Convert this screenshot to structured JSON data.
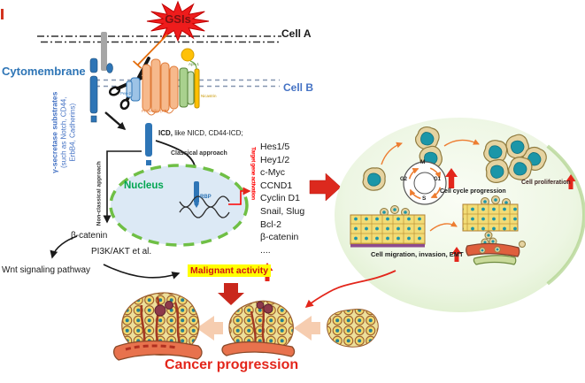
{
  "figure": {
    "top": {
      "gsis": "GSIs",
      "cell_a": "Cell A",
      "cell_b": "Cell B",
      "cytomembrane": "Cytomembrane",
      "substrates": [
        "γ-secretase substrates",
        "(such as Notch, CD44,",
        "ErbB4, Cadherins)"
      ],
      "complex": {
        "pen2": "Pen-2",
        "presenilin": "Presenilin (PS)",
        "aph1": "Aph-1",
        "nicastrin": "Nicastrin"
      }
    },
    "middle": {
      "icd_bold": "ICD,",
      "icd_rest": " like NICD, CD44-ICD;",
      "classical": "Classical approach",
      "non_classical": "Non-classical approach",
      "nucleus": "Nucleus",
      "rbp": "RBP",
      "target_gene": "Target gene activation",
      "genes": [
        "Hes1/5",
        "Hey1/2",
        "c-Myc",
        "CCND1",
        "Cyclin D1",
        "Snail, Slug",
        "Bcl-2",
        "β-catenin",
        "...."
      ]
    },
    "left_pathway": {
      "beta_catenin": "β-catenin",
      "pi3k": "PI3K/AKT et al.",
      "wnt": "Wnt signaling pathway",
      "malignant": "Malignant activity"
    },
    "right_panel": {
      "cycle": {
        "m": "M",
        "g1": "G1",
        "s": "S",
        "g2": "G2"
      },
      "cell_cycle_progression": "Cell cycle progression",
      "cell_proliferation": "Cell proliferation",
      "cell_migration": "Cell migration, invasion, EMT"
    },
    "bottom": {
      "cancer_progression": "Cancer progression"
    }
  },
  "colors": {
    "accent_red": "#E3261B",
    "gsi_star_red": "#EE1C1C",
    "notch_blue": "#2E75B6",
    "label_blue": "#4472C4",
    "nucleus_border_green": "#6FBF45",
    "nucleus_fill": "#DCE9F5",
    "highlight_yellow": "#FFFF00",
    "orange_arrow": "#ED7D31",
    "panel_green": "#E4F1DA",
    "cell_teal": "#1B96A8"
  }
}
